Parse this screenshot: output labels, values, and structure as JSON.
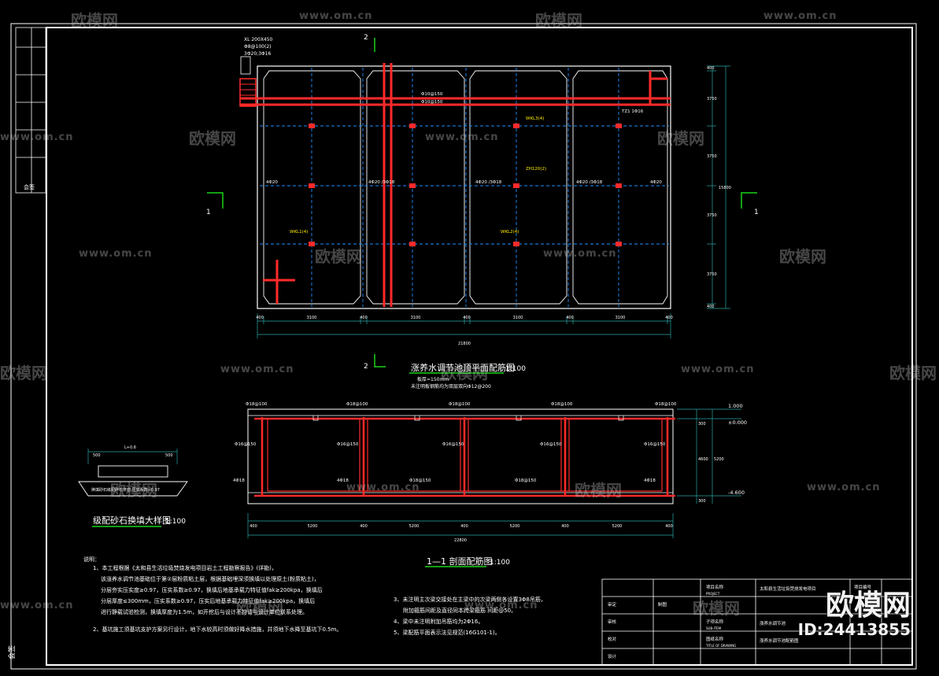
{
  "drawing": {
    "plan_title": "涨养水调节池顶平面配筋图",
    "plan_scale": "1:100",
    "plan_sub1": "板厚=150mm",
    "plan_sub2": "未注明板钢筋均为双层双向Φ12@200",
    "section_title": "1—1 剖面配筋图",
    "section_scale": "1:100",
    "detail_title": "级配砂石换填大样图",
    "detail_scale": "1:100",
    "mark_1": "1",
    "mark_2": "2",
    "xl_block": [
      "XL 200X450",
      "Φ8@100(2)",
      "3Φ20;3Φ16"
    ],
    "plan_dims_bottom": [
      "400",
      "3100",
      "400",
      "3100",
      "400",
      "3100",
      "400",
      "3100",
      "400"
    ],
    "plan_dim_total": "21800",
    "plan_dims_right": [
      "400",
      "3750",
      "3750",
      "3750",
      "3750",
      "400"
    ],
    "plan_dim_right_total": "15800",
    "plan_rebar_labels": [
      "Φ10@150",
      "Φ10@150",
      "4Φ20",
      "4Φ20 /3Φ18",
      "4Φ20 /3Φ18",
      "4Φ20 /3Φ18",
      "4Φ20",
      "WKL1(4)",
      "WKL2(4)",
      "WKL3(4)",
      "ZH120(2)",
      "TZ1 1Φ16"
    ],
    "section_elev": [
      "1.000",
      "±0.000",
      "-4.600"
    ],
    "section_dims": [
      "300",
      "4600",
      "300",
      "5200"
    ],
    "section_dims_bottom": [
      "400",
      "5200",
      "400",
      "5200",
      "400",
      "5200",
      "400",
      "5200",
      "400"
    ],
    "section_dim_total": "22800",
    "section_rebar": [
      "Φ18@100",
      "Φ16@150",
      "4Φ18",
      "Φ18@150"
    ],
    "detail_dims": [
      "500",
      "L+0.6",
      "500"
    ],
    "detail_note": "换填砂石级配碎石挤密 压实系数≥0.97",
    "notes_head": "说明：",
    "notes_left": [
      "1、本工程根据《太和县生活垃圾焚烧发电项目岩土工程勘察报告》(详勘)，",
      "该涨养水调节池基础位于第②层粉质粘土层，根据基础埋深须换填以处理原土(粉质粘土)，",
      "分层夯实压实度≥0.97，压实系数≥0.97，换填后地基承载力特征值fak≥200kpa，换填后",
      "分层厚度≤300mm，压实系数≥0.97，压实后地基承载力特征值fak≥200kpa，换填后",
      "进行静载试验检测，换填厚度为1.5m，如开挖后与设计不符请与设计单位联系处理。",
      "2、基坑施工须基坑支护方案另行设计，地下水较高时须做好降水措施，并须地下水降至基坑下0.5m。"
    ],
    "notes_right": [
      "3、未注明主次梁交接处在主梁中的次梁两侧各设置3Φ8吊筋，",
      "附加箍筋间距及直径同本跨梁箍筋 间距@50。",
      "4、梁中未注明附加吊筋均为2Φ16。",
      "5、梁配筋平面表示法见规范(16G101-1)。"
    ],
    "sidebar_label": "会签",
    "title_block": {
      "proj_label": "项目名称",
      "proj_value": "太和县生活垃圾焚烧发电项目",
      "sub_label": "子项名称",
      "sub_value": "涨养水调节池",
      "drawing_label": "图纸名称",
      "drawing_value": "涨养水调节池配筋图",
      "no_label": "项目编号",
      "en_labels": [
        "PROJECT",
        "SUB-ITEM",
        "TITLE OF DRAWING"
      ],
      "roles": [
        "审定",
        "审核",
        "校对",
        "设计",
        "制图"
      ]
    }
  },
  "watermarks": {
    "brand": "欧模网",
    "site": "www.om.cn",
    "stamp": "欧模网",
    "id": "ID:24413855"
  },
  "colors": {
    "background": "#000000",
    "frame": "#ffffff",
    "rebar": "#ff2a2a",
    "dimension": "#2aa6a6",
    "label": "#ffee00",
    "dashed": "#1f8fff",
    "section_mark": "#19d419"
  }
}
